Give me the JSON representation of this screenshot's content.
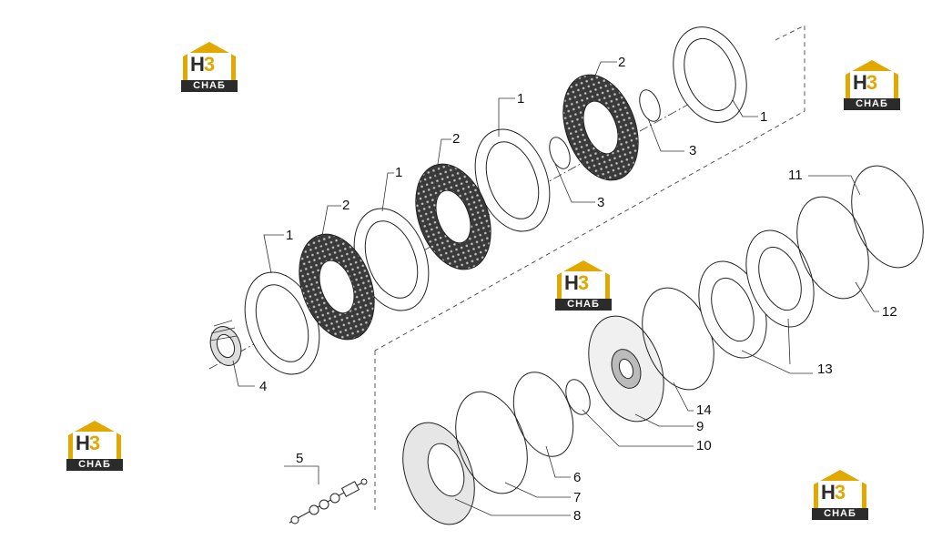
{
  "brand": {
    "mark_h": "H",
    "mark_3": "3",
    "plate": "CHAБ",
    "colors": {
      "yellow": "#e1a800",
      "dark": "#2b2b2b"
    }
  },
  "callouts": [
    "1",
    "1",
    "1",
    "1",
    "2",
    "2",
    "2",
    "3",
    "3",
    "4",
    "5",
    "6",
    "7",
    "8",
    "9",
    "10",
    "11",
    "12",
    "13",
    "14"
  ]
}
